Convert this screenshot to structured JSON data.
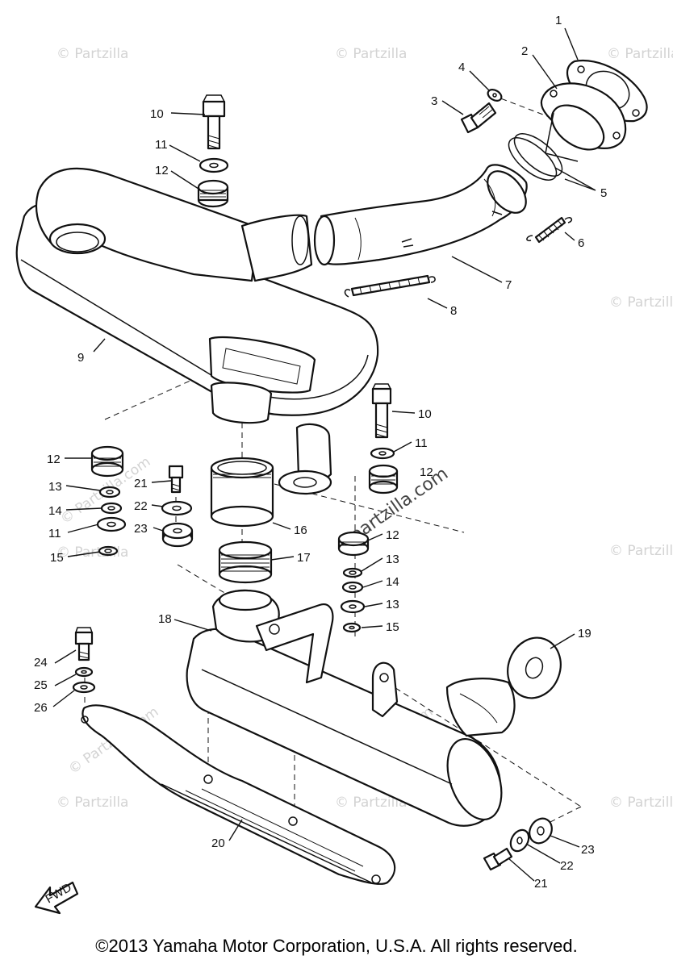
{
  "watermark": {
    "text": "© Partzilla",
    "text_com": "© Partzilla.com",
    "center_text": "partzilla.com"
  },
  "fwd_label": "FWD",
  "callouts": {
    "c1": "1",
    "c2": "2",
    "c3": "3",
    "c4": "4",
    "c5": "5",
    "c6": "6",
    "c7": "7",
    "c8": "8",
    "c9": "9",
    "c10a": "10",
    "c10b": "10",
    "c11a": "11",
    "c11b": "11",
    "c11c": "11",
    "c12a": "12",
    "c12b": "12",
    "c12c": "12",
    "c12d": "12",
    "c13a": "13",
    "c13b": "13",
    "c13c": "13",
    "c14a": "14",
    "c14b": "14",
    "c15a": "15",
    "c15b": "15",
    "c16": "16",
    "c17": "17",
    "c18": "18",
    "c19": "19",
    "c20": "20",
    "c21a": "21",
    "c21b": "21",
    "c22a": "22",
    "c22b": "22",
    "c23a": "23",
    "c23b": "23",
    "c24": "24",
    "c25": "25",
    "c26": "26"
  },
  "copyright": "©2013  Yamaha Motor Corporation, U.S.A. All rights reserved."
}
